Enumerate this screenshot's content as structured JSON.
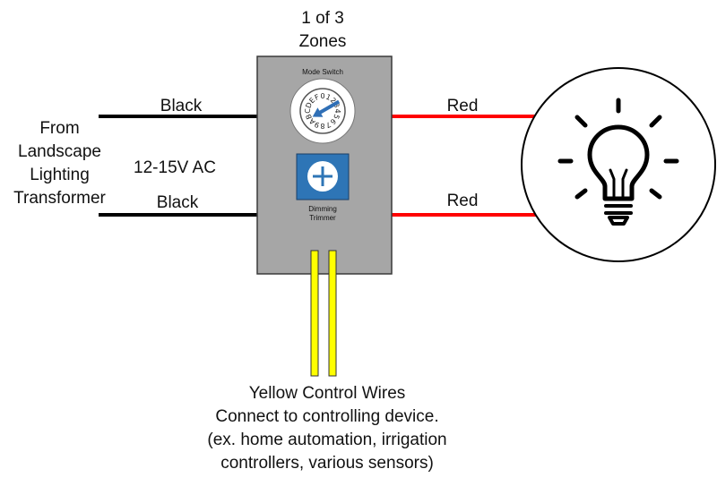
{
  "zone_label": {
    "line1": "1 of 3",
    "line2": "Zones"
  },
  "source": {
    "line1": "From",
    "line2": "Landscape",
    "line3": "Lighting",
    "line4": "Transformer",
    "voltage": "12-15V AC"
  },
  "wires": {
    "input_top": "Black",
    "input_bottom": "Black",
    "output_top": "Red",
    "output_bottom": "Red"
  },
  "module": {
    "mode_switch_label": "Mode Switch",
    "dial_digits": [
      "0",
      "1",
      "2",
      "3",
      "4",
      "5",
      "6",
      "7",
      "8",
      "9",
      "A",
      "B",
      "C",
      "D",
      "E",
      "F"
    ],
    "trimmer_label_line1": "Dimming",
    "trimmer_label_line2": "Trimmer"
  },
  "control": {
    "line1": "Yellow Control Wires",
    "line2": "Connect to controlling device.",
    "line3": "(ex. home automation, irrigation",
    "line4": "controllers, various sensors)"
  },
  "colors": {
    "module_body": "#a6a6a6",
    "black_wire": "#000000",
    "red_wire": "#ff0000",
    "yellow_wire": "#ffff00",
    "trimmer_blue": "#2e75b6",
    "dial_arrow": "#2f6fb6"
  },
  "icons": {
    "light": "light-bulb-icon",
    "switch": "rotary-switch-icon",
    "trimmer": "trimmer-screw-icon"
  }
}
